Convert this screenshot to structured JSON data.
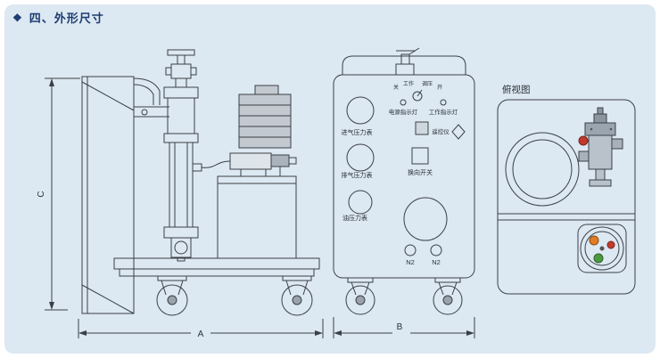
{
  "header": {
    "bullet": "❖",
    "title": "四、外形尺寸"
  },
  "dimensions": {
    "width_label": "A",
    "front_width_label": "B",
    "height_label": "C"
  },
  "front_panel": {
    "pos_off": "关",
    "pos_work": "工作",
    "pos_regulate": "调压",
    "pos_on": "开",
    "power_indicator": "电源指示灯",
    "work_indicator": "工作指示灯",
    "remote_label": "遥控仪",
    "reversing_switch": "换向开关",
    "intake_gauge": "进气压力表",
    "exhaust_gauge": "排气压力表",
    "oil_gauge": "油压力表",
    "n2_left": "N2",
    "n2_right": "N2"
  },
  "top_view": {
    "title": "俯视图"
  },
  "colors": {
    "page_background": "#dce8f2",
    "line": "#3b4046",
    "title_navy": "#1c3c72",
    "valve_red": "#c0392b",
    "port_orange": "#e07b28",
    "port_green": "#4c9a3f"
  }
}
